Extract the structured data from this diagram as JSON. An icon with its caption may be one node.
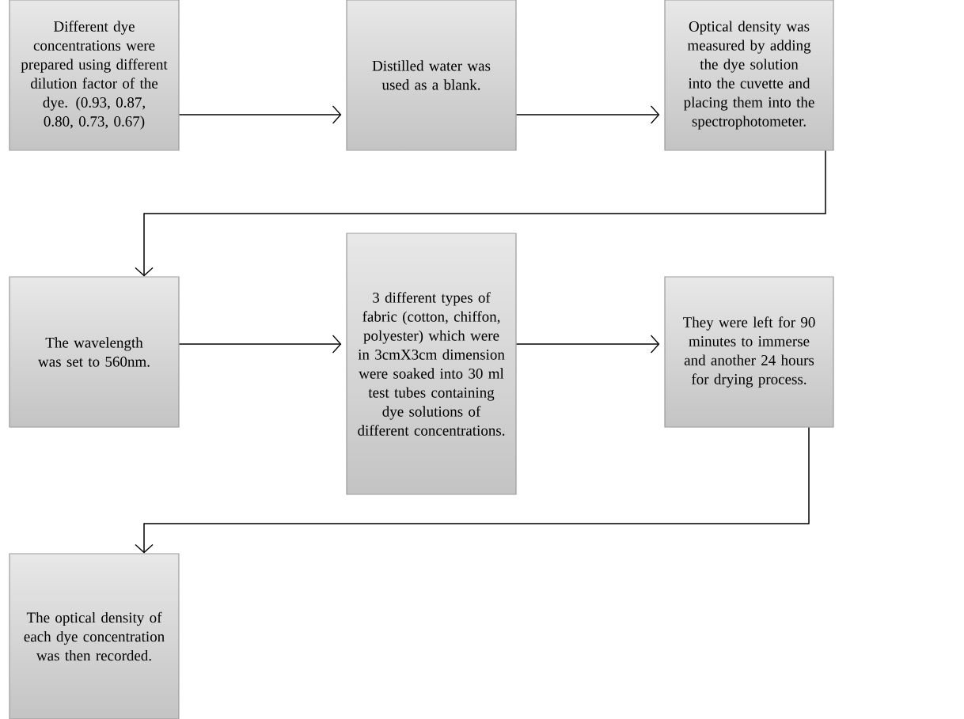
{
  "diagram": {
    "nodes": [
      {
        "text": [
          "Different dye concentrations were prepared using different dilution factor of the dye. (0.93, 0.87, 0.80, 0.73, 0.67)"
        ]
      },
      {
        "text": [
          "Distilled water was used as a blank."
        ]
      },
      {
        "text": [
          "Optical density was measured by adding the dye solution into the cuvette and placing them into the spectrophotometer."
        ]
      },
      {
        "text": [
          "The wavelength was set to 560nm."
        ]
      },
      {
        "text": [
          "3 different types of fabric (cotton, chiffon, polyester)  which were in 3cmX3cm dimension were soaked into 30 ml test tubes containing dye solutions of different concentrations."
        ]
      },
      {
        "text": [
          "They were left for 90 minutes to immerse and another 24 hours for drying process."
        ]
      },
      {
        "text": [
          "The optical density of each dye concentration was then recorded."
        ]
      }
    ],
    "edges": [
      {
        "from": 0,
        "to": 1,
        "arrow": "to"
      },
      {
        "from": 1,
        "to": 2,
        "arrow": "to"
      },
      {
        "from": 2,
        "to": 3,
        "arrow": "to"
      },
      {
        "from": 3,
        "to": 4,
        "arrow": "to"
      },
      {
        "from": 4,
        "to": 5,
        "arrow": "to"
      },
      {
        "from": 5,
        "to": 6,
        "arrow": "to"
      }
    ]
  }
}
